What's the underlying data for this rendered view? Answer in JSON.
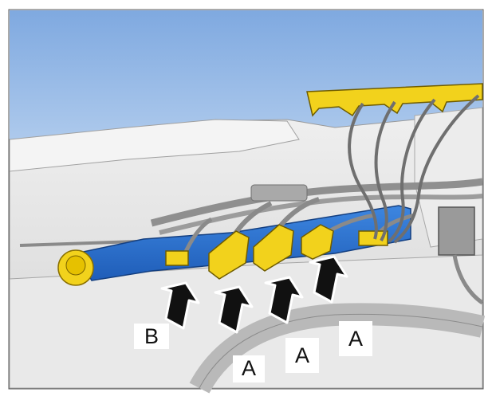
{
  "callouts": {
    "b": "B",
    "a1": "A",
    "a2": "A",
    "a3": "A"
  },
  "colors": {
    "sky": "#8fb6e6",
    "bracket_blue": "#2a6fd0",
    "connector_yellow": "#f2d21c",
    "harness_gray": "#8a8a8a",
    "body_light": "#e6e6e6",
    "arrow_black": "#111111"
  }
}
